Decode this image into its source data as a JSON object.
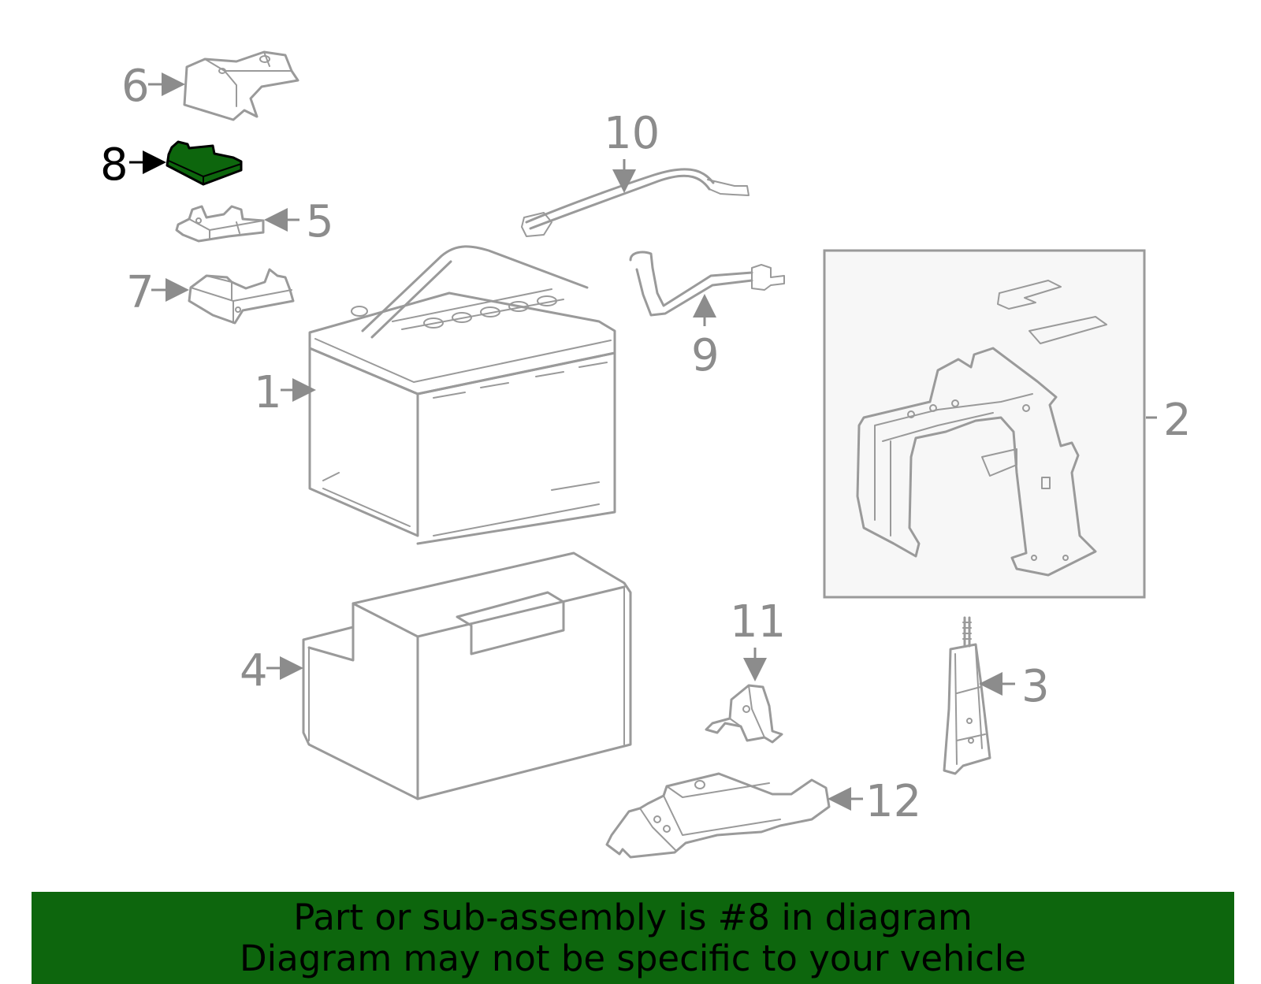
{
  "callouts": {
    "c1": "1",
    "c2": "2",
    "c3": "3",
    "c4": "4",
    "c5": "5",
    "c6": "6",
    "c7": "7",
    "c8": "8",
    "c9": "9",
    "c10": "10",
    "c11": "11",
    "c12": "12"
  },
  "highlighted_part": "8",
  "banner": {
    "line1": "Part or sub-assembly is #8 in diagram",
    "line2": "Diagram may not be specific to your vehicle"
  },
  "colors": {
    "highlight": "#0d660d",
    "lines": "#9a9a9a",
    "labels": "#8c8c8c"
  }
}
